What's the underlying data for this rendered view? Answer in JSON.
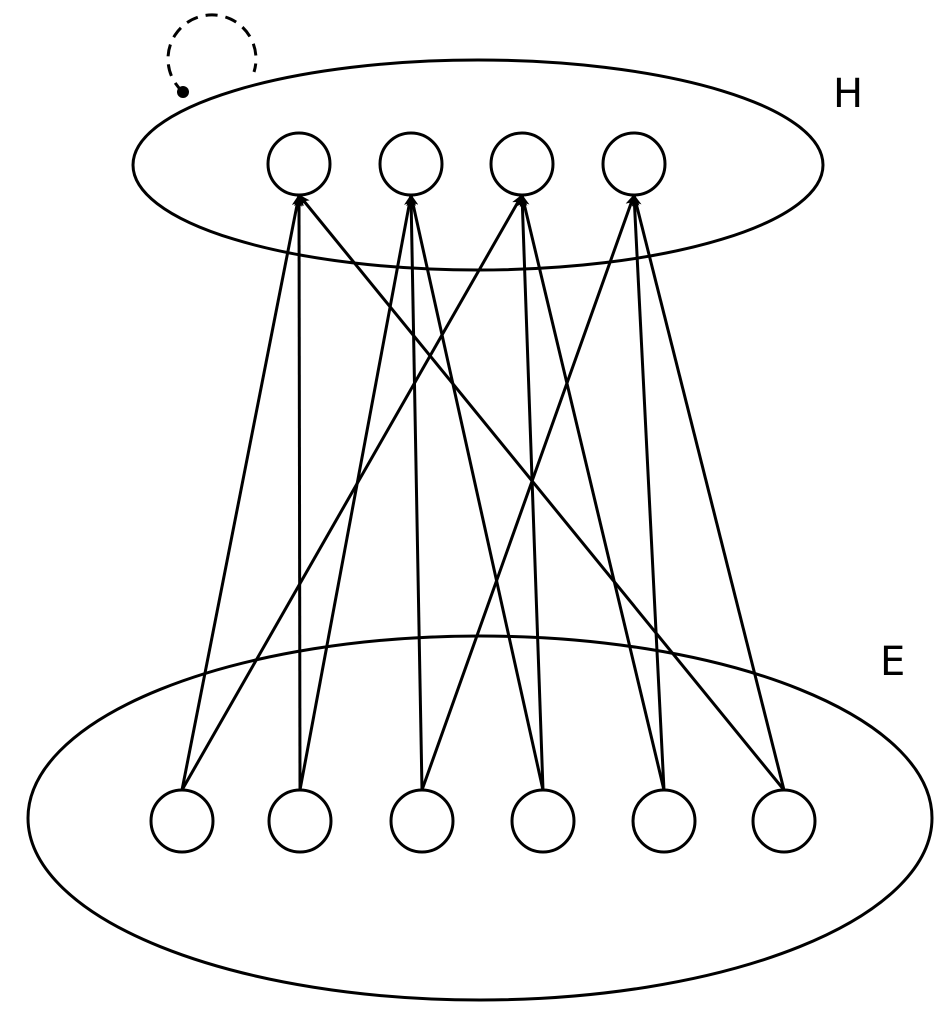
{
  "diagram": {
    "layers": [
      {
        "id": "H",
        "label": "H",
        "neuron_count": 4
      },
      {
        "id": "E",
        "label": "E",
        "neuron_count": 6
      }
    ],
    "connections": [
      {
        "from": 0,
        "to": 0
      },
      {
        "from": 0,
        "to": 2
      },
      {
        "from": 1,
        "to": 0
      },
      {
        "from": 1,
        "to": 1
      },
      {
        "from": 2,
        "to": 1
      },
      {
        "from": 2,
        "to": 3
      },
      {
        "from": 3,
        "to": 1
      },
      {
        "from": 3,
        "to": 2
      },
      {
        "from": 4,
        "to": 2
      },
      {
        "from": 4,
        "to": 3
      },
      {
        "from": 5,
        "to": 0
      },
      {
        "from": 5,
        "to": 3
      }
    ],
    "recurrent_loop": {
      "layer": "H",
      "style": "dashed"
    },
    "stroke_color": "#000000"
  }
}
